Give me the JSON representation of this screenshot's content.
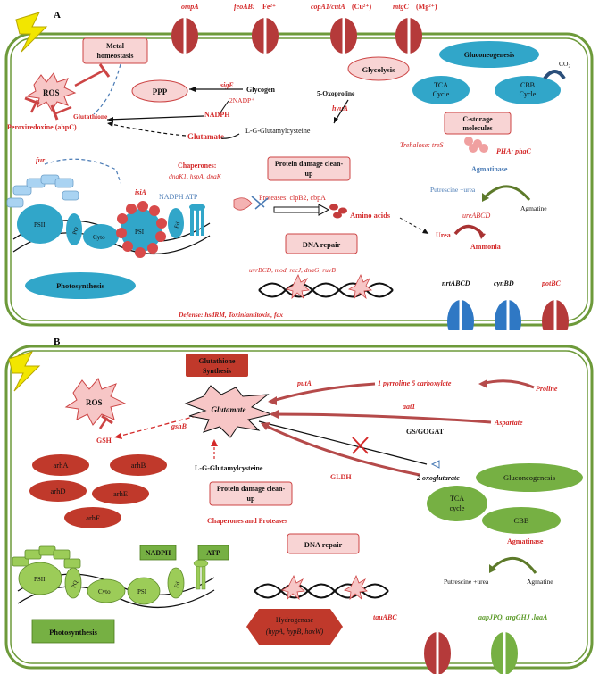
{
  "panelA": {
    "letter": "A",
    "top_genes": [
      "ompA",
      "feoAB:",
      "copA1/cutA",
      "mtgC"
    ],
    "top_ions": [
      "Fe²⁺",
      "(Cu²⁺)",
      "(Mg²⁺)"
    ],
    "metal_homeostasis": "Metal homeostasis",
    "ros": "ROS",
    "peroxiredoxine": "Peroxiredoxine (ahpC)",
    "glutathione": "Glutathione",
    "fur": "fur",
    "ppp": "PPP",
    "sigE": "sigE",
    "glycogen": "Glycogen",
    "nadph": "NADPH",
    "nadp": "2NADP⁺",
    "glycolysis": "Glycolysis",
    "gluconeogenesis": "Gluconeogenesis",
    "tca": "TCA Cycle",
    "cbb": "CBB Cycle",
    "co2": "CO₂",
    "oxoproline": "5-Oxoproline",
    "hyuA": "hyuA",
    "glutamylcysteine": "L-G-Glutamylcysteine",
    "glutamate": "Glutamate",
    "c_storage": "C-storage molecules",
    "trehalose": "Trehalose: treS",
    "pha": "PHA: phaC",
    "chaperones_title": "Chaperones:",
    "chaperones_genes": "dnaK1, hspA, dnaK",
    "protein_damage": "Protein damage clean-up",
    "proteases": "Proteases: clpB2, cbpA",
    "amino_acids": "Amino acids",
    "agmatinase": "Agmatinase",
    "putrescine": "Putrescine +urea",
    "agmatine": "Agmatine",
    "ureABCD": "ureABCD",
    "urea": "Urea",
    "ammonia": "Ammonia",
    "isiA": "isiA",
    "nadph_atp": "NADPH ATP",
    "psii": "PSII",
    "pq": "PQ",
    "cyto": "Cyto",
    "psi": "PSI",
    "fd": "Fd",
    "photosynthesis": "Photosynthesis",
    "dna_repair": "DNA repair",
    "dna_genes": "uvrBCD, mod, recJ, dnaG, ruvB",
    "defense": "Defense: hsdRM, Toxin/antitoxin, fax",
    "transporters": [
      "nrtABCD",
      "cynBD",
      "potBC"
    ]
  },
  "panelB": {
    "letter": "B",
    "glutathione_synthesis": "Glutathione Synthesis",
    "ros": "ROS",
    "gshB": "gshB",
    "gsh": "GSH",
    "glutamate": "Glutamate",
    "putA": "putA",
    "pyrroline": "1 pyrroline 5 carboxylate",
    "proline": "Proline",
    "aat1": "aat1",
    "aspartate": "Aspartate",
    "gs_gogat": "GS/GOGAT",
    "gldh": "GLDH",
    "oxoglutarate": "2 oxoglutarate",
    "glutamylcysteine": "L-G-Glutamylcysteine",
    "arh": [
      "arhA",
      "arhB",
      "arhD",
      "arhE",
      "arhF"
    ],
    "protein_damage": "Protein damage clean-up",
    "chaperones_proteases": "Chaperones and Proteases",
    "tca": "TCA cycle",
    "gluconeogenesis": "Gluconeogenesis",
    "cbb": "CBB",
    "dna_repair": "DNA repair",
    "agmatinase": "Agmatinase",
    "putrescine": "Putrescine +urea",
    "agmatine": "Agmatine",
    "nadph": "NADPH",
    "atp": "ATP",
    "psii": "PSII",
    "pq": "PQ",
    "cyto": "Cyto",
    "psi": "PSI",
    "fd": "Fd",
    "photosynthesis": "Photosynthesis",
    "hydrogenase": "Hydrogenase",
    "hydrogenase_genes": "(hypA, hypB, hoxW)",
    "tauABC": "tauABC",
    "aapJPQ": "aapJPQ, argGHJ ,laaA"
  }
}
